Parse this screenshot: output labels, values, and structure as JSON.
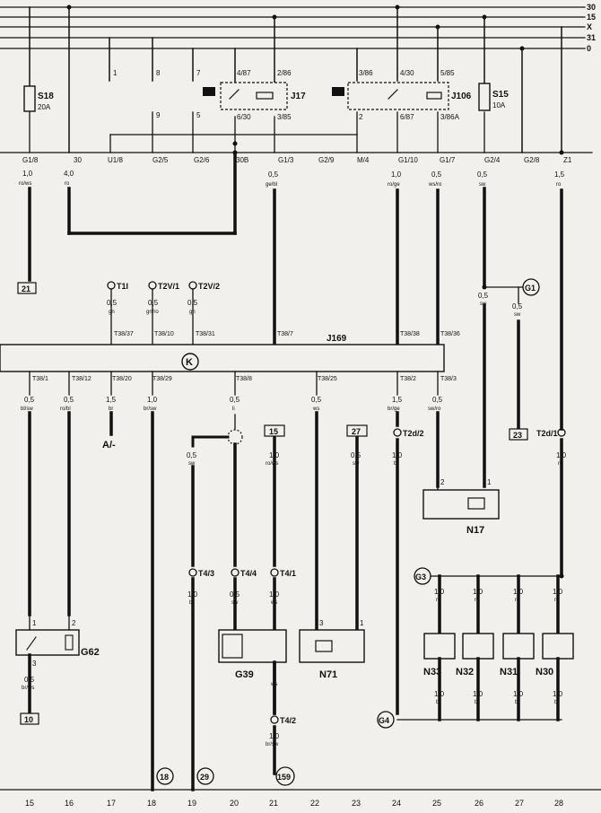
{
  "rails": [
    "30",
    "15",
    "X",
    "31",
    "0"
  ],
  "top": {
    "fuses": [
      {
        "label": "S18",
        "amps": "20A"
      },
      {
        "label": "S15",
        "amps": "10A"
      }
    ],
    "relays": [
      {
        "name": "J17",
        "pins": [
          "4/87",
          "2/86",
          "6/30",
          "3/85"
        ]
      },
      {
        "name": "J106",
        "pins": [
          "3/86",
          "4/30",
          "5/85",
          "2",
          "6/87",
          "3/86A"
        ]
      }
    ],
    "stubs": [
      "1",
      "8",
      "7",
      "9",
      "5"
    ],
    "bus_terminals": [
      "G1/8",
      "30",
      "U1/8",
      "G2/5",
      "G2/6",
      "30B",
      "G1/3",
      "G2/9",
      "M/4",
      "G1/10",
      "G1/7",
      "G2/4",
      "G2/8",
      "Z1"
    ]
  },
  "wires_upper": [
    {
      "size": "1,0",
      "color": "ro/ws"
    },
    {
      "size": "4,0",
      "color": "ro"
    },
    {
      "size": "0,5",
      "color": "ge/bl"
    },
    {
      "size": "1,0",
      "color": "ro/ge"
    },
    {
      "size": "0,5",
      "color": "ws/ro"
    },
    {
      "size": "0,5",
      "color": "sw"
    },
    {
      "size": "1,5",
      "color": "ro"
    }
  ],
  "ground_a": {
    "ref": "21",
    "label": "G1",
    "wires": [
      {
        "size": "0,5",
        "color": "sw"
      },
      {
        "size": "0,5",
        "color": "sw"
      }
    ]
  },
  "ecu": {
    "name": "J169",
    "k": "K",
    "sensor_connectors": [
      "T1I",
      "T2V/1",
      "T2V/2"
    ],
    "sensor_wires": [
      {
        "size": "0,5",
        "color": "gn"
      },
      {
        "size": "0,5",
        "color": "gn/ro"
      },
      {
        "size": "0,5",
        "color": "gn"
      }
    ],
    "top_pins": [
      "T38/37",
      "T38/10",
      "T38/31",
      "T38/7",
      "T38/38",
      "T38/36"
    ],
    "bottom_pins": [
      "T38/1",
      "T38/12",
      "T38/20",
      "T38/29",
      "T38/8",
      "T38/25",
      "T38/2",
      "T38/3"
    ]
  },
  "lower_wires": [
    {
      "size": "0,5",
      "color": "bl/sw"
    },
    {
      "size": "0,5",
      "color": "ro/bl"
    },
    {
      "size": "1,5",
      "color": "br"
    },
    {
      "size": "1,0",
      "color": "br/sw"
    },
    {
      "size": "0,5",
      "color": "li"
    },
    {
      "size": "0,5",
      "color": "ws"
    },
    {
      "size": "1,5",
      "color": "br/ge"
    },
    {
      "size": "0,5",
      "color": "sw/ro"
    }
  ],
  "lower": {
    "a_ref": "A/-",
    "ref_15": "15",
    "ref_27": "27",
    "ref_23": "23",
    "connectors": [
      "T2d/2",
      "T2d/1",
      "T4/3",
      "T4/4",
      "T4/1",
      "T4/2"
    ],
    "wires": [
      {
        "size": "0,5",
        "color": "sw"
      },
      {
        "size": "1,0",
        "color": "ro/ws"
      },
      {
        "size": "0,5",
        "color": "sw"
      },
      {
        "size": "1,0",
        "color": "br"
      },
      {
        "size": "1,0",
        "color": "ro"
      },
      {
        "size": "1,0",
        "color": "br"
      },
      {
        "size": "0,5",
        "color": "sw"
      },
      {
        "size": "1,0",
        "color": "ws"
      },
      {
        "size": "1,0",
        "color": "ws"
      },
      {
        "size": "1,0",
        "color": "br/sw"
      }
    ],
    "g3": "G3",
    "g4": "G4",
    "inj_wires_top": [
      {
        "size": "1,0",
        "color": "ro"
      },
      {
        "size": "1,0",
        "color": "ro"
      },
      {
        "size": "1,0",
        "color": "ro"
      },
      {
        "size": "1,0",
        "color": "ro"
      }
    ],
    "inj_wires_bot": [
      {
        "size": "1,0",
        "color": "br"
      },
      {
        "size": "1,0",
        "color": "br"
      },
      {
        "size": "1,0",
        "color": "br"
      },
      {
        "size": "1,0",
        "color": "br"
      }
    ],
    "ref_10": "10",
    "wire_g62": {
      "size": "0,5",
      "color": "br/ws"
    }
  },
  "components": {
    "G62": "G62",
    "G39": "G39",
    "N71": "N71",
    "N17": "N17",
    "N33": "N33",
    "N32": "N32",
    "N31": "N31",
    "N30": "N30",
    "pins": [
      "1",
      "2",
      "3",
      "2",
      "1",
      "3",
      "1"
    ]
  },
  "refs_bottom": [
    "18",
    "29",
    "159"
  ],
  "columns": [
    "15",
    "16",
    "17",
    "18",
    "19",
    "20",
    "21",
    "22",
    "23",
    "24",
    "25",
    "26",
    "27",
    "28"
  ]
}
